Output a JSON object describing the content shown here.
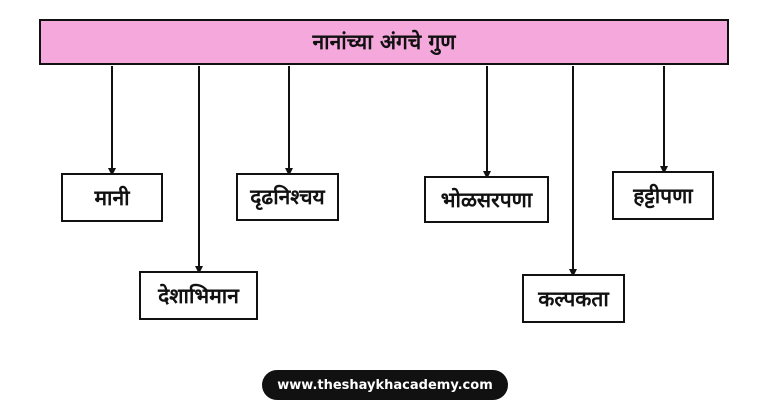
{
  "diagram": {
    "title": "नानांच्या अंगचे गुण",
    "nodes": [
      {
        "id": "mani",
        "label": "मानी"
      },
      {
        "id": "deshabhiman",
        "label": "देशाभिमान"
      },
      {
        "id": "drudhanishchay",
        "label": "दृढनिश्चय"
      },
      {
        "id": "bholsarpana",
        "label": "भोळसरपणा"
      },
      {
        "id": "kalpakata",
        "label": "कल्पकता"
      },
      {
        "id": "hattipana",
        "label": "हट्टीपणा"
      }
    ]
  },
  "footer": {
    "text": "www.theshaykhacademy.com"
  },
  "colors": {
    "title_fill": "#f5a8dc",
    "stroke": "#111111",
    "footer_bg": "#111111",
    "footer_text": "#ffffff"
  }
}
